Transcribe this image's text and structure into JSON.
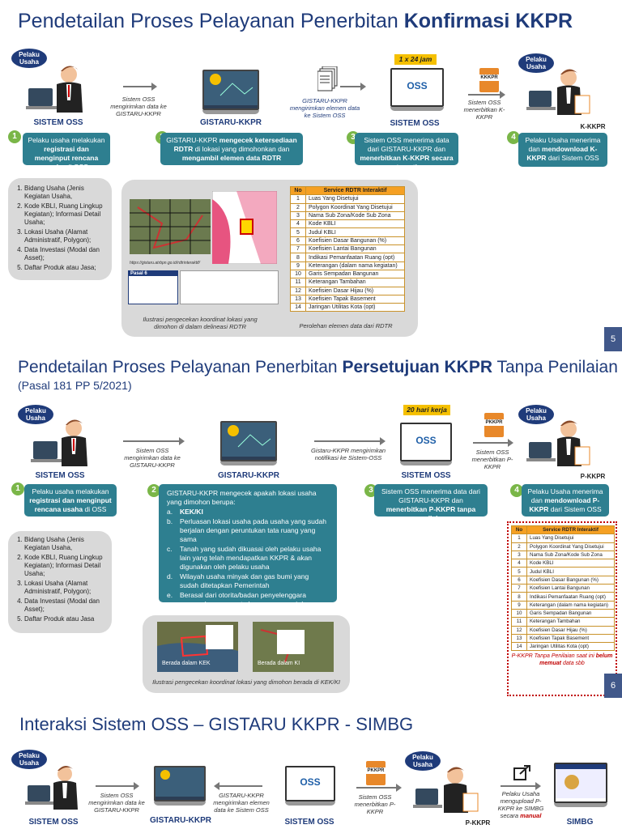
{
  "colors": {
    "navy": "#1f3b7a",
    "teal": "#2e7f90",
    "green": "#7ab648",
    "orange": "#f5a023",
    "red": "#c00000"
  },
  "s1": {
    "title_prefix": "Pendetailan Proses Pelayanan Penerbitan ",
    "title_bold": "Konfirmasi KKPR",
    "pelaku_a": "Pelaku Usaha",
    "pelaku_b": "Pelaku Usaha",
    "sistem_oss": "SISTEM OSS",
    "gistaru": "GISTARU-KKPR",
    "sistem_oss2": "SISTEM OSS",
    "kkkpr_label": "K-KKPR",
    "kkkpr_doc": "KKKPR",
    "badge": "1 x 24 jam",
    "arrow1": "Sistem OSS mengirimkan data ke GISTARU-KKPR",
    "arrow2": "GISTARU-KKPR mengirimkan elemen data ke Sistem OSS",
    "arrow3": "Sistem OSS menerbitkan K-KKPR",
    "step1_a": "Pelaku usaha melakukan ",
    "step1_b": "registrasi dan menginput rencana usaha",
    "step1_c": " di OSS",
    "step2_a": "GISTARU-KKPR ",
    "step2_b": "mengecek ketersediaan RDTR",
    "step2_c": " di lokasi yang dimohonkan dan ",
    "step2_d": "mengambil elemen data RDTR",
    "step3_a": "Sistem OSS menerima data dari GISTARU-KKPR dan ",
    "step3_b": "menerbitkan K-KKPR secara otomatis",
    "step4_a": "Pelaku Usaha menerima dan ",
    "step4_b": "mendownload K-KKPR",
    "step4_c": " dari Sistem OSS",
    "list": [
      "Bidang Usaha (Jenis Kegiatan Usaha,",
      "Kode KBLI, Ruang Lingkup Kegiatan); Informasi Detail Usaha;",
      "Lokasi Usaha (Alamat Administratif, Polygon);",
      "Data Investasi (Modal dan Asset);",
      "Daftar Produk atau Jasa;"
    ],
    "map_caption": "Ilustrasi pengecekan koordinat lokasi yang dimohon di dalam delineasi RDTR",
    "table_caption": "Perolehan elemen data dari RDTR",
    "map_url": "https://gistaru.atrbpn.go.id/rdtrinteraktif/",
    "pasal_title": "Pasal 6",
    "slide_no": "5"
  },
  "rdtr_head": [
    "No",
    "Service RDTR Interaktif"
  ],
  "rdtr_rows": [
    "Luas Yang Disetujui",
    "Polygon Koordinat Yang Disetujui",
    "Nama Sub Zona/Kode Sub Zona",
    "Kode KBLI",
    "Judul KBLI",
    "Koefisien Dasar Bangunan (%)",
    "Koefisien Lantai Bangunan",
    "Indikasi Pemanfaatan Ruang (opt)",
    "Keterangan (dalam nama kegiatan)",
    "Garis Sempadan Bangunan",
    "Keterangan Tambahan",
    "Koefisien Dasar Hijau (%)",
    "Koefisien Tapak Basement",
    "Jaringan Utilitas Kota (opt)"
  ],
  "s2": {
    "title_prefix": "Pendetailan Proses Pelayanan Penerbitan ",
    "title_bold": "Persetujuan KKPR",
    "title_suffix": " Tanpa Penilaian",
    "subtitle": "(Pasal 181 PP 5/2021)",
    "pelaku_a": "Pelaku Usaha",
    "pelaku_b": "Pelaku Usaha",
    "sistem_oss": "SISTEM OSS",
    "gistaru": "GISTARU-KKPR",
    "sistem_oss2": "SISTEM OSS",
    "pkkpr_label": "P-KKPR",
    "pkkpr_doc": "PKKPR",
    "badge": "20 hari kerja",
    "arrow1": "Sistem OSS mengirimkan data ke GISTARU-KKPR",
    "arrow2": "Gistaru-KKPR mengirimkan notifikasi ke Sistem-OSS",
    "arrow3": "Sistem OSS menerbitkan P-KKPR",
    "step1_a": "Pelaku usaha melakukan ",
    "step1_b": "registrasi dan menginput rencana usaha",
    "step1_c": " di OSS",
    "step2_intro": "GISTARU-KKPR mengecek apakah lokasi usaha yang dimohon berupa:",
    "step2_items": [
      "KEK/KI",
      "Perluasan lokasi usaha pada usaha yang sudah berjalan dengan peruntukan tata ruang yang sama",
      "Tanah yang sudah dikuasai oleh pelaku usaha lain yang telah mendapatkan KKPR & akan digunakan oleh pelaku usaha",
      "Wilayah usaha minyak dan gas bumi yang sudah ditetapkan Pemerintah",
      "Berasal dari otorita/badan penyelenggara pengembangan suatu kawasan sesuai dengan RTR kawasan pengembangan tsb"
    ],
    "step2_letters": [
      "a.",
      "b.",
      "c.",
      "d.",
      "e."
    ],
    "step3_a": "Sistem OSS menerima data dari GISTARU-KKPR dan ",
    "step3_b": "menerbitkan P-KKPR tanpa penilaian",
    "step4_a": "Pelaku Usaha menerima dan ",
    "step4_b": "mendownload P-KKPR",
    "step4_c": " dari Sistem OSS",
    "list": [
      "Bidang Usaha (Jenis Kegiatan Usaha,",
      "Kode KBLI, Ruang Lingkup Kegiatan); Informasi Detail Usaha;",
      "Lokasi Usaha (Alamat Administratif, Polygon);",
      "Data Investasi (Modal dan Asset);",
      "Daftar Produk atau Jasa"
    ],
    "map1_label": "Berada dalam KEK",
    "map2_label": "Berada dalam KI",
    "map_caption": "Ilustrasi pengecekan koordinat lokasi yang dimohon berada di KEK/KI",
    "note_a": "P-KKPR Tanpa Penilaian saat ini ",
    "note_b": "belum memuat",
    "note_c": " data sbb",
    "slide_no": "6"
  },
  "s3": {
    "title": "Interaksi Sistem OSS – GISTARU KKPR - SIMBG",
    "pelaku_a": "Pelaku Usaha",
    "pelaku_b": "Pelaku Usaha",
    "sistem_oss": "SISTEM OSS",
    "gistaru": "GISTARU-KKPR",
    "sistem_oss2": "SISTEM OSS",
    "pkkpr_label": "P-KKPR",
    "pkkpr_doc": "PKKPR",
    "simbg": "SIMBG",
    "arrow1": "Sistem OSS mengirimkan data ke GISTARU-KKPR",
    "arrow2": "GISTARU-KKPR mengirimkan elemen data ke Sistem OSS",
    "arrow3": "Sistem OSS menerbitkan P-KKPR",
    "arrow4_a": "Pelaku Usaha mengupload P-KKPR ke SIMBG secara ",
    "arrow4_b": "manual"
  }
}
